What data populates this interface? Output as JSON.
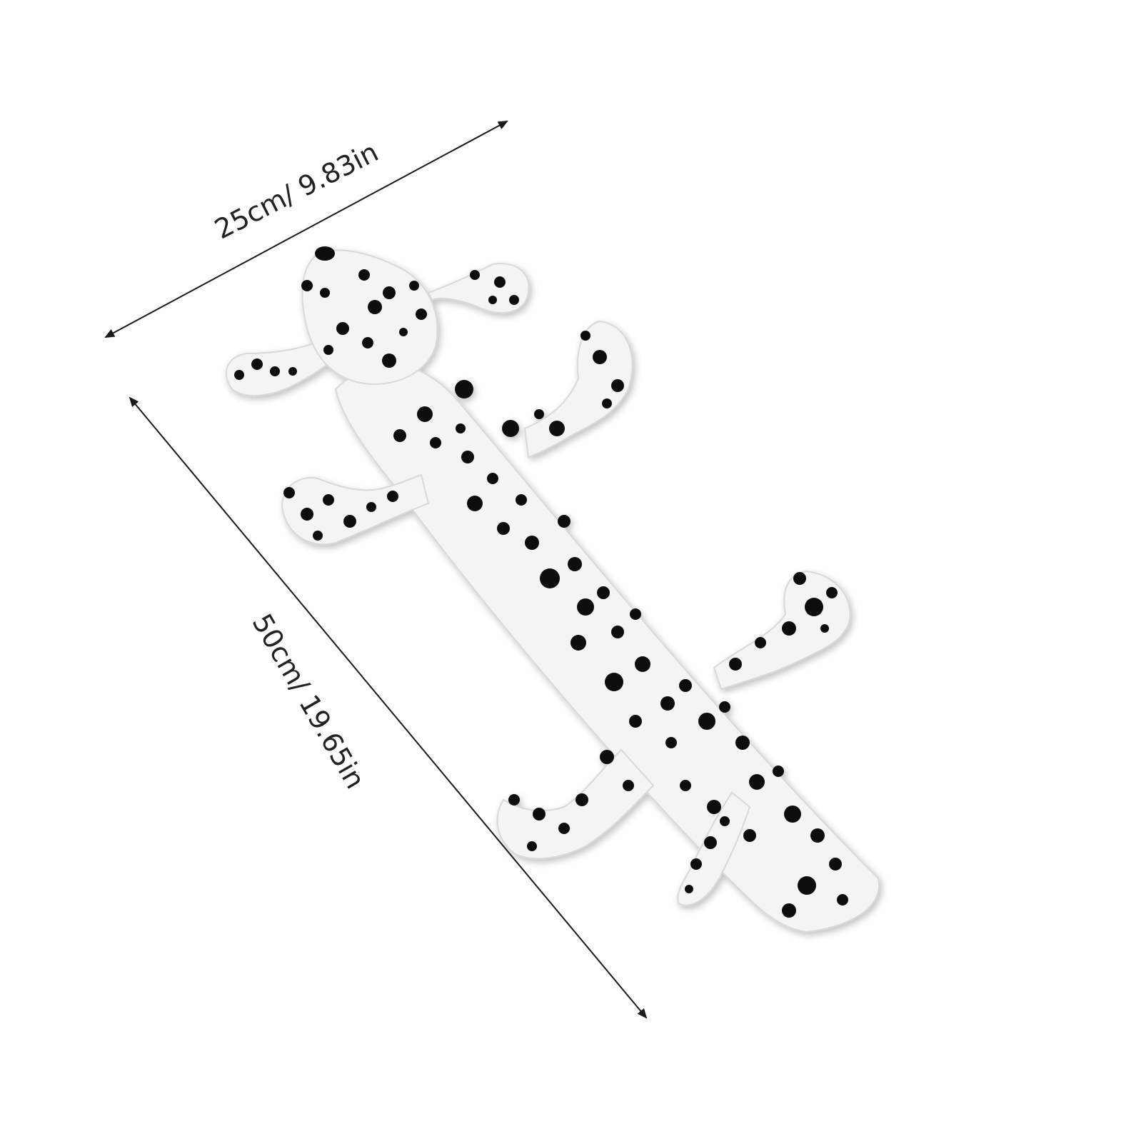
{
  "dimensions": {
    "width_label": "25cm/ 9.83in",
    "length_label": "50cm/ 19.65in"
  },
  "colors": {
    "background": "#ffffff",
    "fabric": "#f4f4f4",
    "fabric_shadow": "#d8d8d8",
    "spots": "#111111",
    "arrow": "#1a1a1a"
  },
  "image": {
    "subject": "dalmatian-plush-toy"
  }
}
